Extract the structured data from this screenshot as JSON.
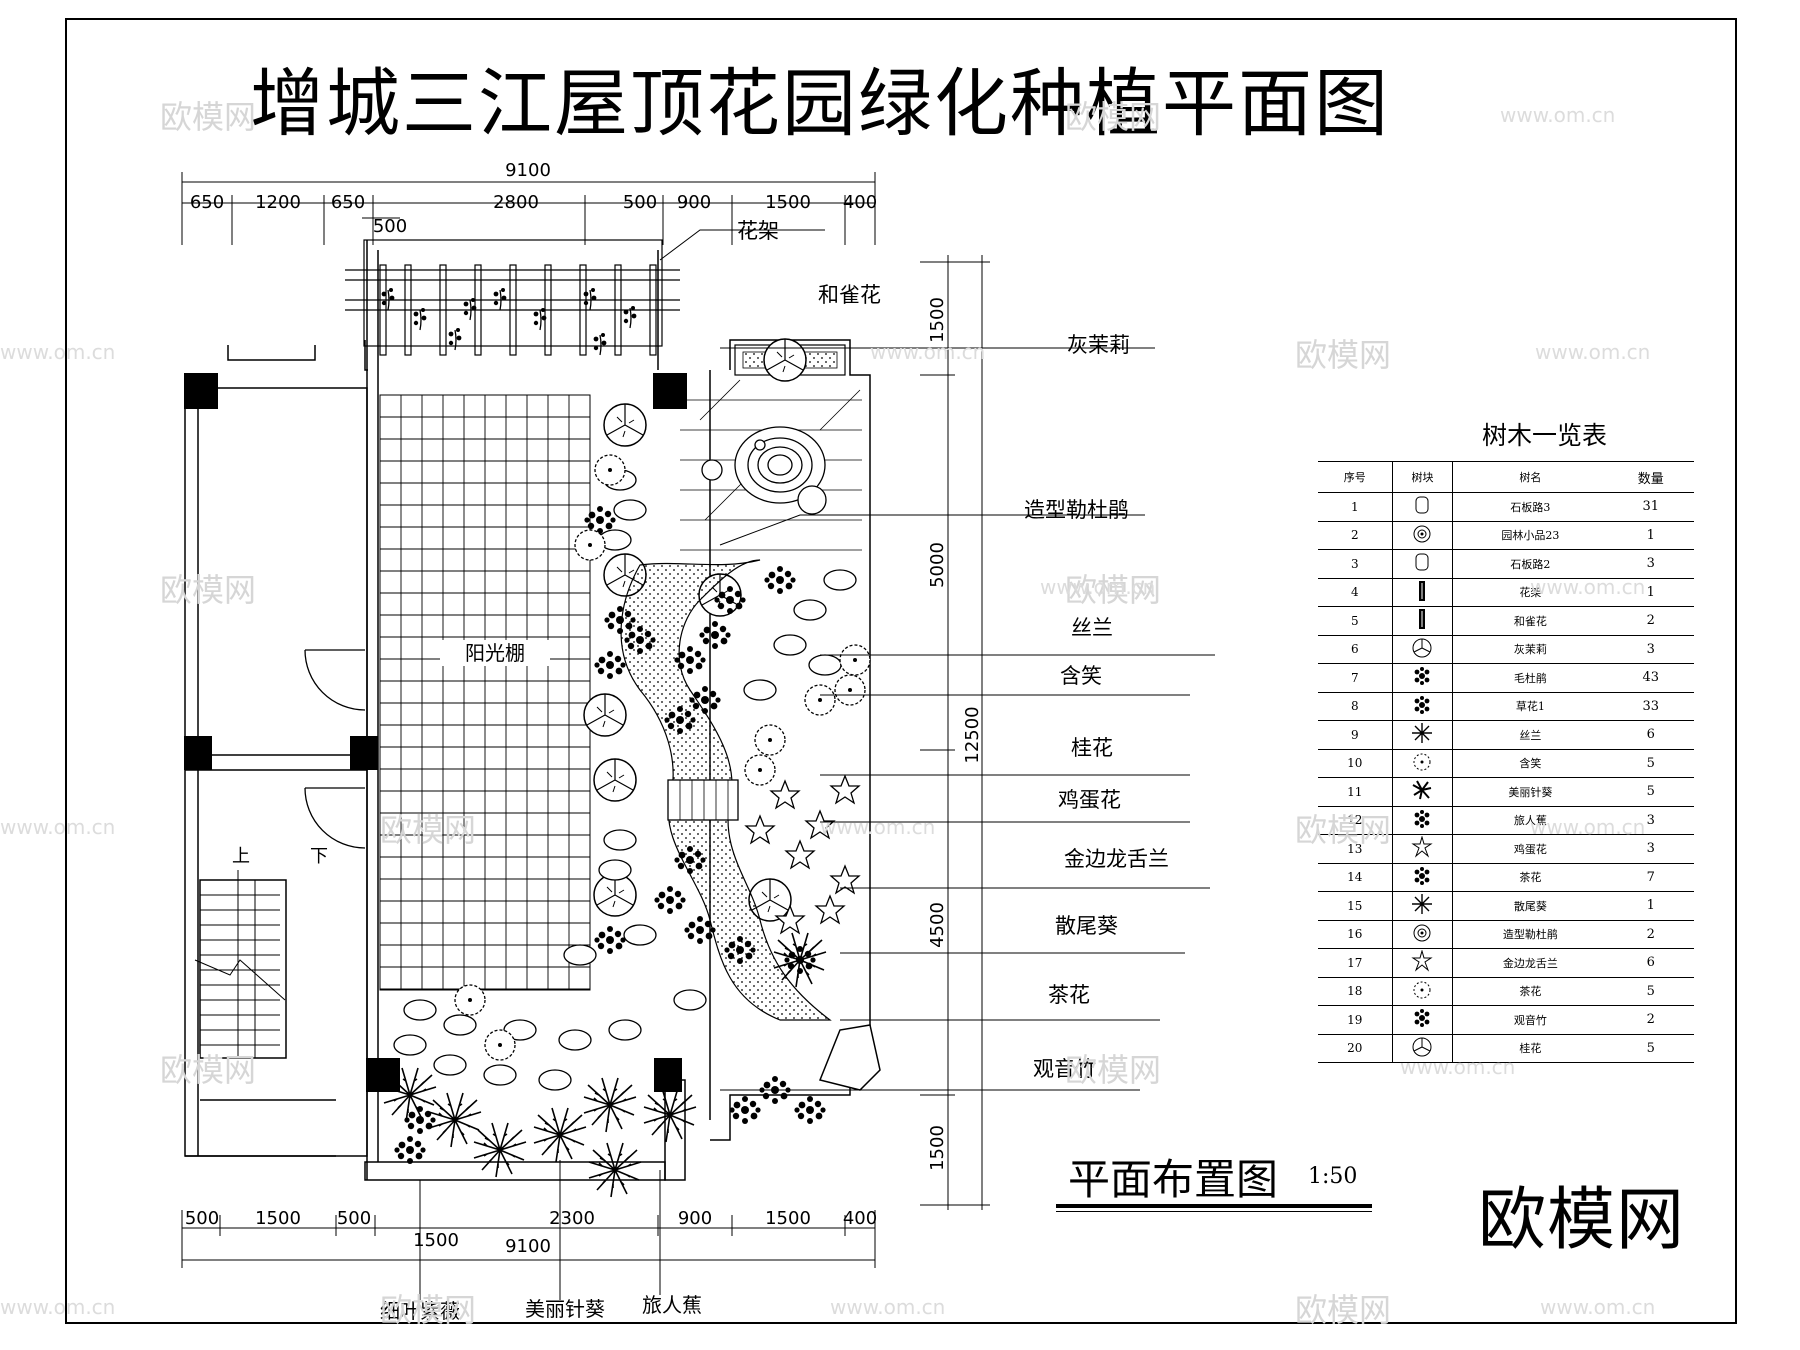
{
  "title": "增城三江屋顶花园绿化种植平面图",
  "plan": {
    "top_dims": {
      "total": "9100",
      "segments": [
        "650",
        "1200",
        "650",
        "2800",
        "500",
        "900",
        "1500",
        "400"
      ],
      "small": "500"
    },
    "bottom_dims": {
      "total": "9100",
      "segments": [
        "500",
        "1500",
        "500",
        "2300",
        "900",
        "1500",
        "400"
      ],
      "small": "1500"
    },
    "right_dims": {
      "total": "12500",
      "segments": [
        "1500",
        "5000",
        "4500",
        "1500"
      ]
    },
    "labels": {
      "pergola": "花架",
      "sunroom": "阳光棚",
      "up": "上",
      "down": "下"
    },
    "callouts_right": [
      "和雀花",
      "灰茉莉",
      "造型勒杜鹃",
      "丝兰",
      "含笑",
      "桂花",
      "鸡蛋花",
      "金边龙舌兰",
      "散尾葵",
      "茶花",
      "观音竹"
    ],
    "callouts_bottom": [
      "细叶紫薇",
      "美丽针葵",
      "旅人蕉"
    ]
  },
  "tree_table": {
    "title": "树木一览表",
    "headers": [
      "序号",
      "树块",
      "树名",
      "数量"
    ],
    "rows": [
      {
        "no": "1",
        "symbol": "stone-path-icon",
        "name": "石板路3",
        "qty": "31"
      },
      {
        "no": "2",
        "symbol": "garden-ornament-icon",
        "name": "园林小品23",
        "qty": "1"
      },
      {
        "no": "3",
        "symbol": "stone-path-icon",
        "name": "石板路2",
        "qty": "3"
      },
      {
        "no": "4",
        "symbol": "pergola-icon",
        "name": "花架",
        "qty": "1"
      },
      {
        "no": "5",
        "symbol": "pergola-icon",
        "name": "和雀花",
        "qty": "2"
      },
      {
        "no": "6",
        "symbol": "round-tree-icon",
        "name": "灰茉莉",
        "qty": "3"
      },
      {
        "no": "7",
        "symbol": "shrub-icon",
        "name": "毛杜鹃",
        "qty": "43"
      },
      {
        "no": "8",
        "symbol": "shrub-icon",
        "name": "草花1",
        "qty": "33"
      },
      {
        "no": "9",
        "symbol": "star-plant-icon",
        "name": "丝兰",
        "qty": "6"
      },
      {
        "no": "10",
        "symbol": "circle-tree-icon",
        "name": "含笑",
        "qty": "5"
      },
      {
        "no": "11",
        "symbol": "palm-icon",
        "name": "美丽针葵",
        "qty": "5"
      },
      {
        "no": "12",
        "symbol": "shrub-icon",
        "name": "旅人蕉",
        "qty": "3"
      },
      {
        "no": "13",
        "symbol": "flower-icon",
        "name": "鸡蛋花",
        "qty": "3"
      },
      {
        "no": "14",
        "symbol": "shrub-icon",
        "name": "茶花",
        "qty": "7"
      },
      {
        "no": "15",
        "symbol": "star-plant-icon",
        "name": "散尾葵",
        "qty": "1"
      },
      {
        "no": "16",
        "symbol": "garden-ornament-icon",
        "name": "造型勒杜鹃",
        "qty": "2"
      },
      {
        "no": "17",
        "symbol": "flower-icon",
        "name": "金边龙舌兰",
        "qty": "6"
      },
      {
        "no": "18",
        "symbol": "circle-tree-icon",
        "name": "茶花",
        "qty": "5"
      },
      {
        "no": "19",
        "symbol": "shrub-icon",
        "name": "观音竹",
        "qty": "2"
      },
      {
        "no": "20",
        "symbol": "round-tree-icon",
        "name": "桂花",
        "qty": "5"
      }
    ]
  },
  "layout_title": "平面布置图",
  "layout_scale": "1:50",
  "brand": "欧模网",
  "watermark": {
    "text": "欧模网",
    "url": "www.om.cn"
  }
}
